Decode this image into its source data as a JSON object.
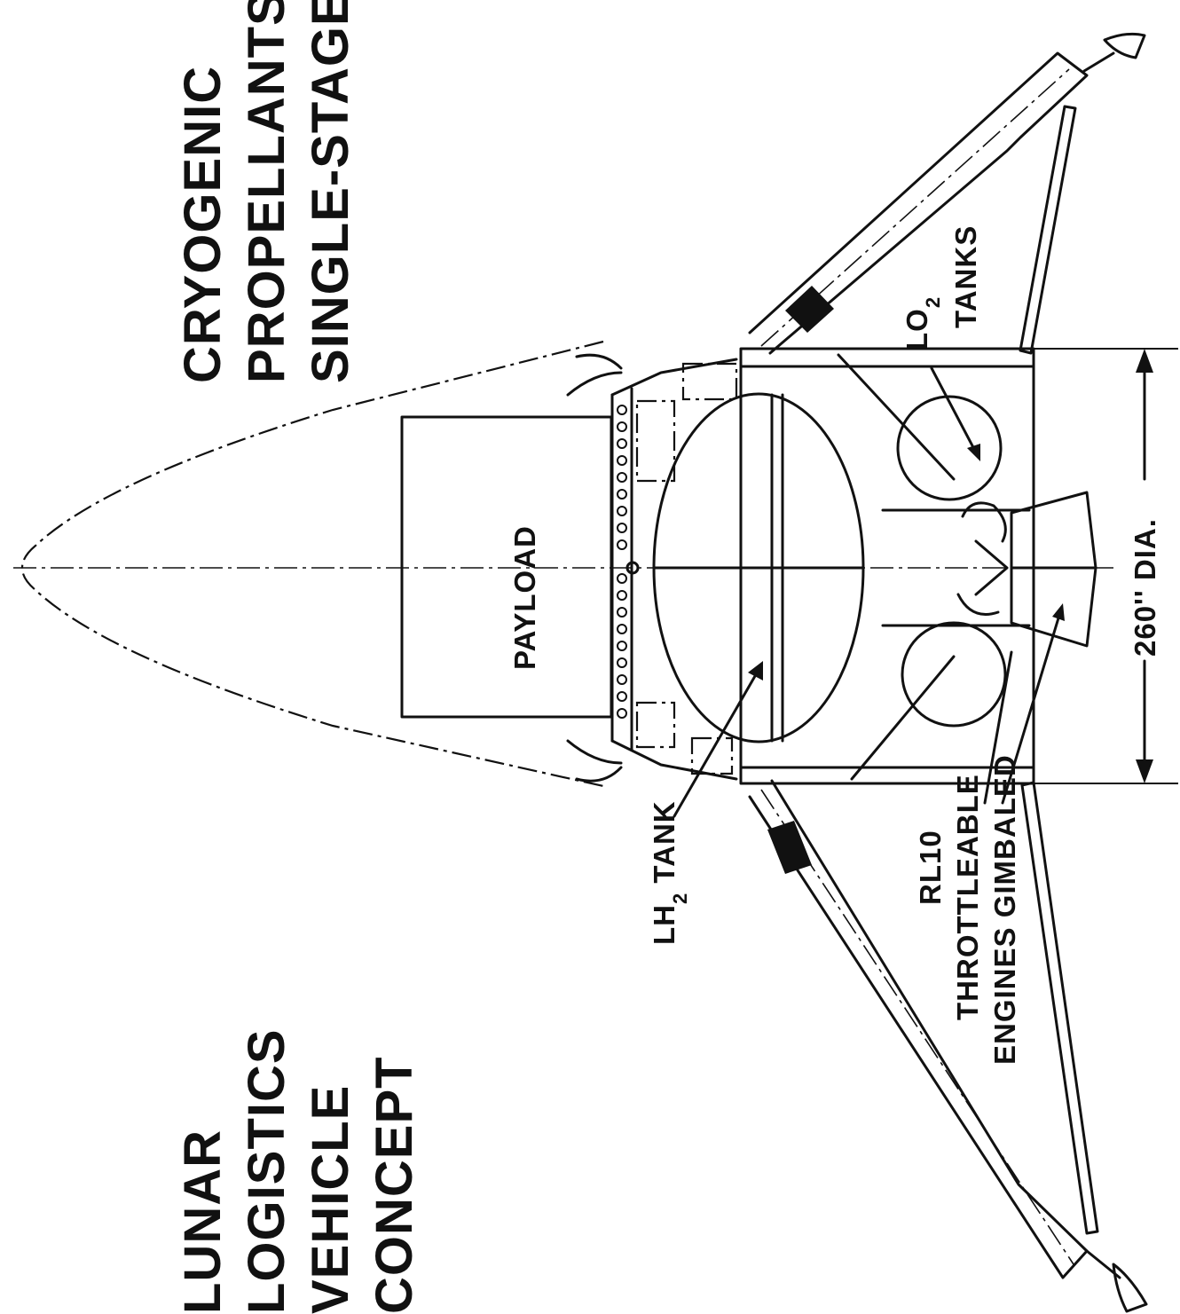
{
  "title_left": [
    "LUNAR",
    "LOGISTICS",
    "VEHICLE",
    "CONCEPT"
  ],
  "title_right": [
    "CRYOGENIC",
    "PROPELLANTS",
    "SINGLE-STAGE"
  ],
  "labels": {
    "payload": "PAYLOAD",
    "lh2_main": "LH",
    "lh2_sub": "2",
    "lh2_tail": " TANK",
    "lo2_main": "LO",
    "lo2_sub": "2",
    "lo2_tanks": "TANKS",
    "engine_lines": [
      "RL10",
      "THROTTLEABLE",
      "ENGINES GIMBALED"
    ],
    "diameter": "260''  DIA."
  }
}
